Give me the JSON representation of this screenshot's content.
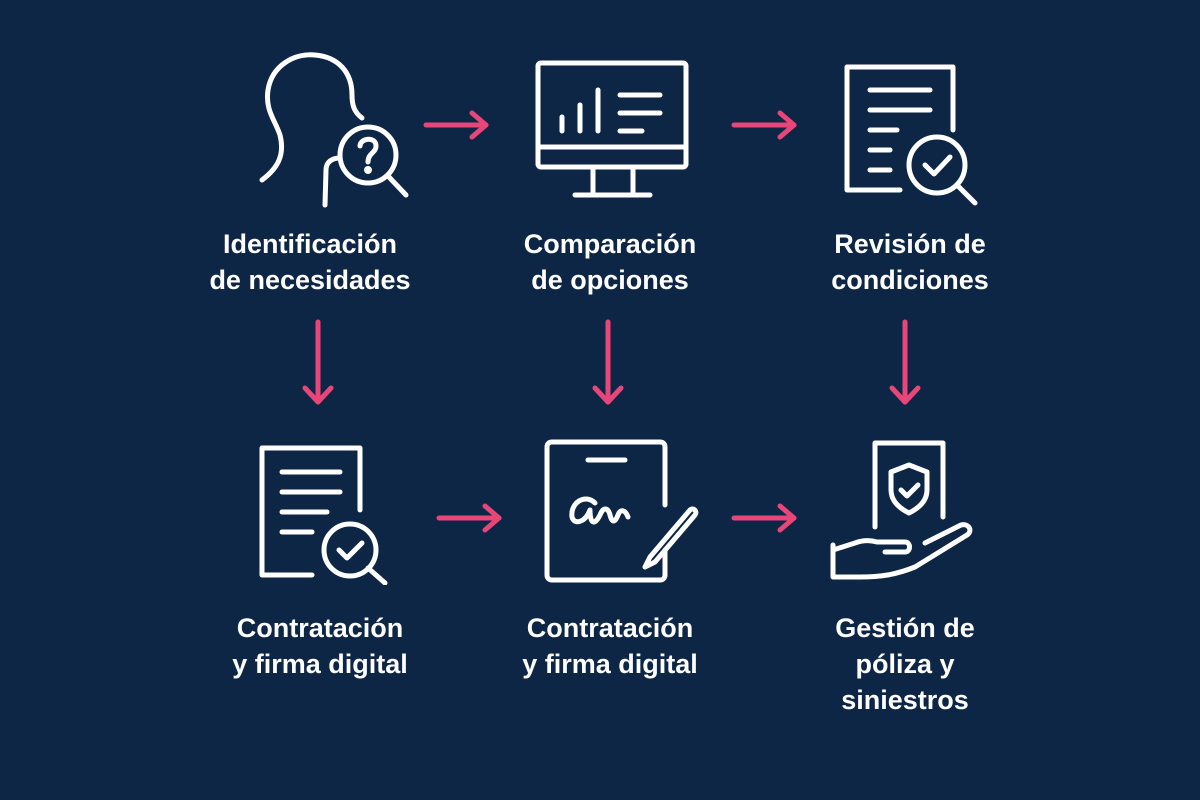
{
  "diagram": {
    "background": "#0d2646",
    "accent_color": "#e84679",
    "icon_color": "#ffffff",
    "steps": [
      {
        "id": 1,
        "icon": "person-search-question-icon",
        "label": "Identificación\nde necesidades"
      },
      {
        "id": 2,
        "icon": "monitor-chart-icon",
        "label": "Comparación\nde opciones"
      },
      {
        "id": 3,
        "icon": "document-search-check-icon",
        "label": "Revisión de\ncondiciones"
      },
      {
        "id": 4,
        "icon": "document-search-check-icon",
        "label": "Contratación\ny firma digital"
      },
      {
        "id": 5,
        "icon": "tablet-signature-icon",
        "label": "Contratación\ny firma digital"
      },
      {
        "id": 6,
        "icon": "hand-shield-policy-icon",
        "label": "Gestión de\npóliza y\nsiniestros"
      }
    ],
    "arrows": [
      {
        "from": 1,
        "to": 2,
        "direction": "right"
      },
      {
        "from": 2,
        "to": 3,
        "direction": "right"
      },
      {
        "from": 1,
        "to": 4,
        "direction": "down"
      },
      {
        "from": 2,
        "to": 5,
        "direction": "down"
      },
      {
        "from": 3,
        "to": 6,
        "direction": "down"
      },
      {
        "from": 4,
        "to": 5,
        "direction": "right"
      },
      {
        "from": 5,
        "to": 6,
        "direction": "right"
      }
    ]
  }
}
